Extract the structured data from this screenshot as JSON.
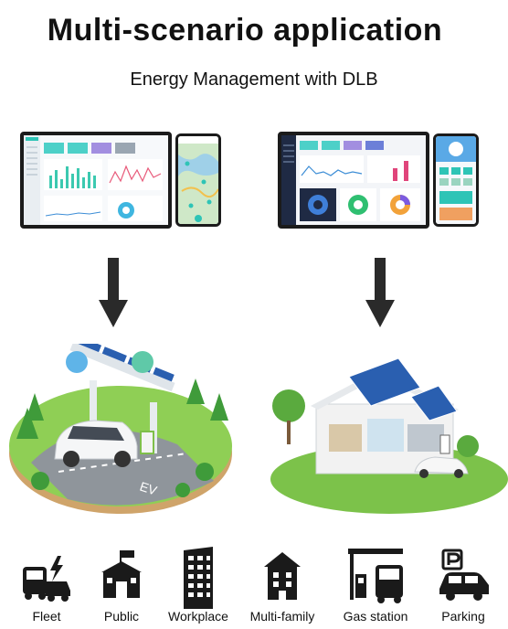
{
  "header": {
    "title": "Multi-scenario application",
    "subtitle": "Energy Management with DLB"
  },
  "scenarios": [
    {
      "name": "ev-charging-station",
      "devices": [
        "laptop-dashboard-icon",
        "phone-map-icon"
      ],
      "illustration": "ev-charging-park-icon"
    },
    {
      "name": "solar-home",
      "devices": [
        "laptop-dashboard-icon",
        "phone-app-icon"
      ],
      "illustration": "solar-house-icon"
    }
  ],
  "applications": [
    {
      "label": "Fleet",
      "icon": "fleet-icon"
    },
    {
      "label": "Public",
      "icon": "public-icon"
    },
    {
      "label": "Workplace",
      "icon": "workplace-icon"
    },
    {
      "label": "Multi-family",
      "icon": "multi-family-icon"
    },
    {
      "label": "Gas station",
      "icon": "gas-station-icon"
    },
    {
      "label": "Parking",
      "icon": "parking-icon"
    }
  ],
  "colors": {
    "text": "#111111",
    "dashboard_teal": "#2ec4b6",
    "dashboard_dark": "#1f2a44",
    "grass": "#7cc24a",
    "solar_panel": "#2a5fb0",
    "icon_dark": "#1a1a1a"
  }
}
